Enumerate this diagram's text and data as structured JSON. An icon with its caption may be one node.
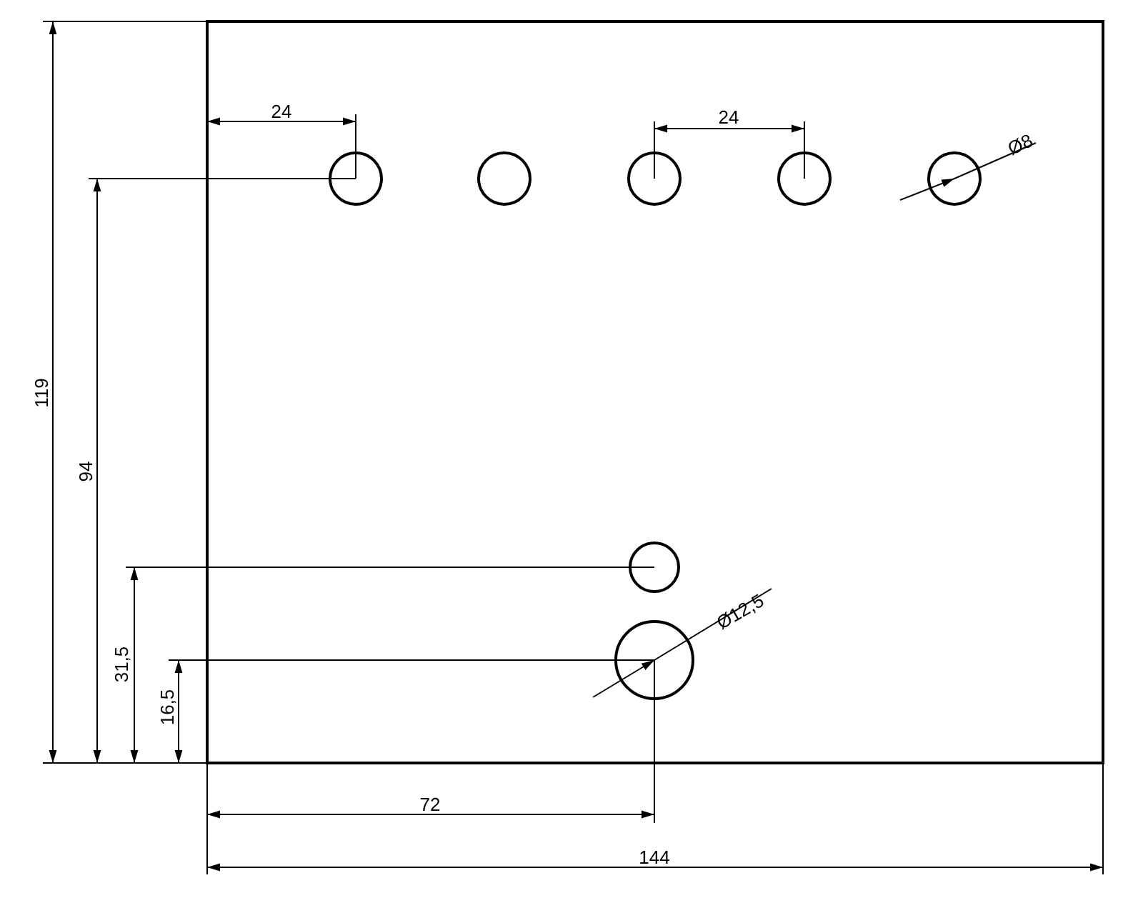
{
  "diagram": {
    "labels": [
      "24",
      "24",
      "Ø8",
      "119",
      "94",
      "Ø12,5",
      "31,5",
      "16,5",
      "72",
      "144"
    ]
  }
}
